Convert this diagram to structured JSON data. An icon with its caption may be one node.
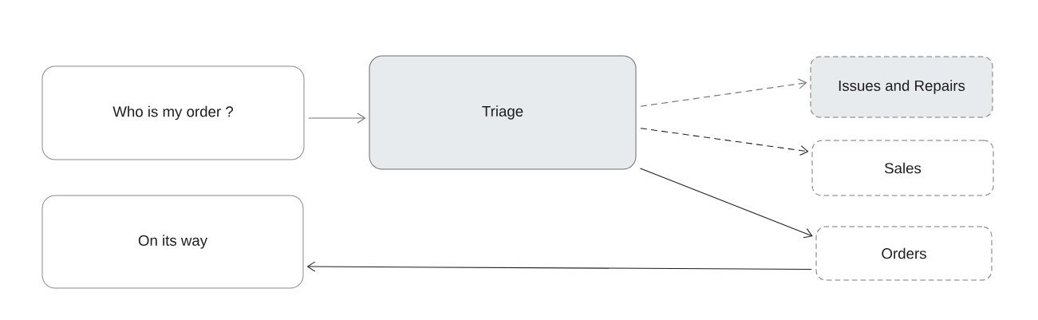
{
  "diagram": {
    "nodes": [
      {
        "text": [
          "Who is my order ?"
        ]
      },
      {
        "text": [
          "Triage"
        ]
      },
      {
        "text": [
          "Issues and Repairs"
        ]
      },
      {
        "text": [
          "Sales"
        ]
      },
      {
        "text": [
          "Orders"
        ]
      },
      {
        "text": [
          "On its way"
        ]
      }
    ],
    "edges": [
      {
        "from": 0,
        "to": 1,
        "arrow": "to",
        "color": "#707070"
      },
      {
        "from": 1,
        "to": 2,
        "arrow": "to",
        "style": "dashed",
        "color": "#707070"
      },
      {
        "from": 1,
        "to": 3,
        "arrow": "to",
        "style": "dashed"
      },
      {
        "from": 1,
        "to": 4,
        "arrow": "to"
      },
      {
        "from": 4,
        "to": 5,
        "arrow": "to"
      }
    ]
  }
}
